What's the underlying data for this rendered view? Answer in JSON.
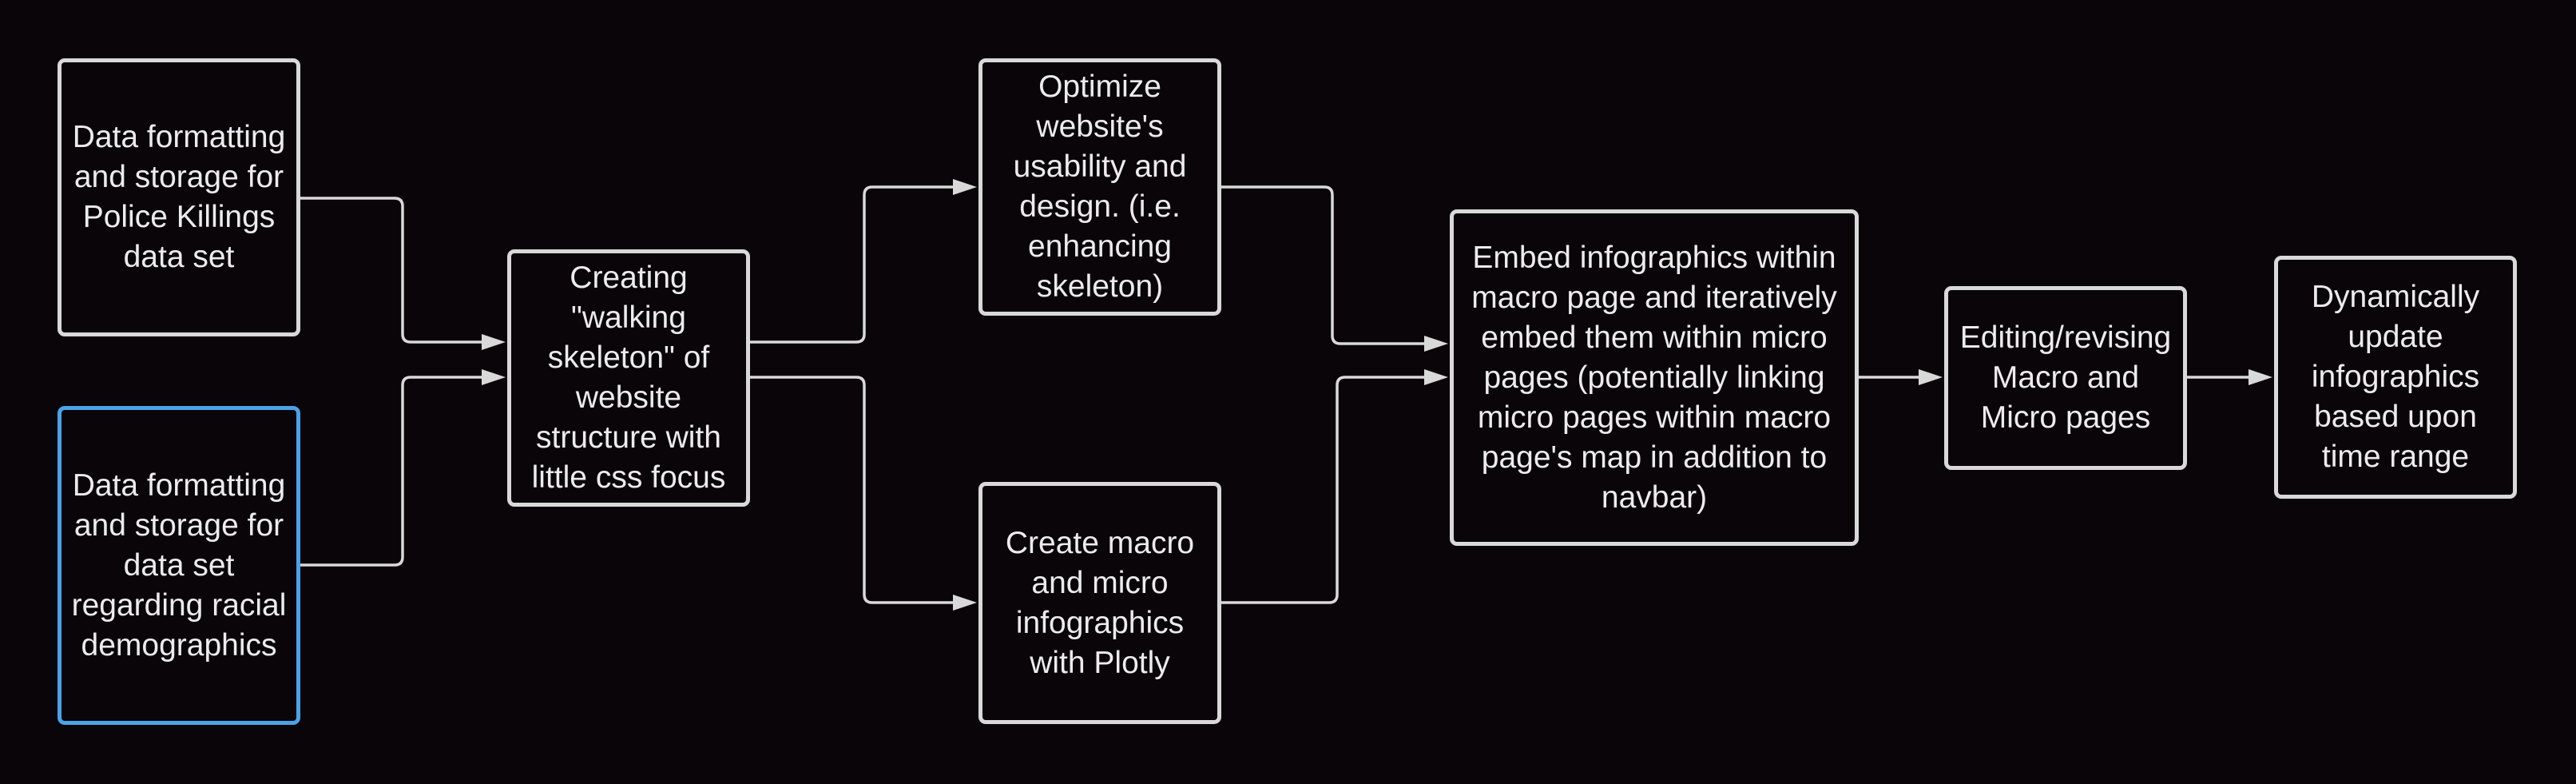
{
  "diagram": {
    "nodes": {
      "n1": {
        "text": "Data formatting and storage for Police Killings data set"
      },
      "n2": {
        "text": "Data formatting and storage for data set regarding racial demographics",
        "border_color": "#4aa3e8"
      },
      "n3": {
        "text": "Creating \"walking skeleton\" of website structure with little css focus"
      },
      "n4": {
        "text": "Optimize website's usability and design. (i.e. enhancing skeleton)"
      },
      "n5": {
        "text": "Create macro and micro infographics with Plotly"
      },
      "n6": {
        "text": "Embed infographics within macro page and iteratively embed them within micro pages (potentially linking micro pages within macro page's map in addition to navbar)"
      },
      "n7": {
        "text": "Editing/revising Macro and Micro pages"
      },
      "n8": {
        "text": "Dynamically update infographics based upon time range"
      }
    },
    "edges": [
      {
        "from": "n1",
        "to": "n3"
      },
      {
        "from": "n2",
        "to": "n3"
      },
      {
        "from": "n3",
        "to": "n4"
      },
      {
        "from": "n3",
        "to": "n5"
      },
      {
        "from": "n4",
        "to": "n6"
      },
      {
        "from": "n5",
        "to": "n6"
      },
      {
        "from": "n6",
        "to": "n7"
      },
      {
        "from": "n7",
        "to": "n8"
      }
    ],
    "colors": {
      "background": "#0a0509",
      "node_border": "#d9d9d9",
      "highlight_border": "#4aa3e8",
      "text": "#ececec",
      "connector": "#d9d9d9"
    }
  }
}
